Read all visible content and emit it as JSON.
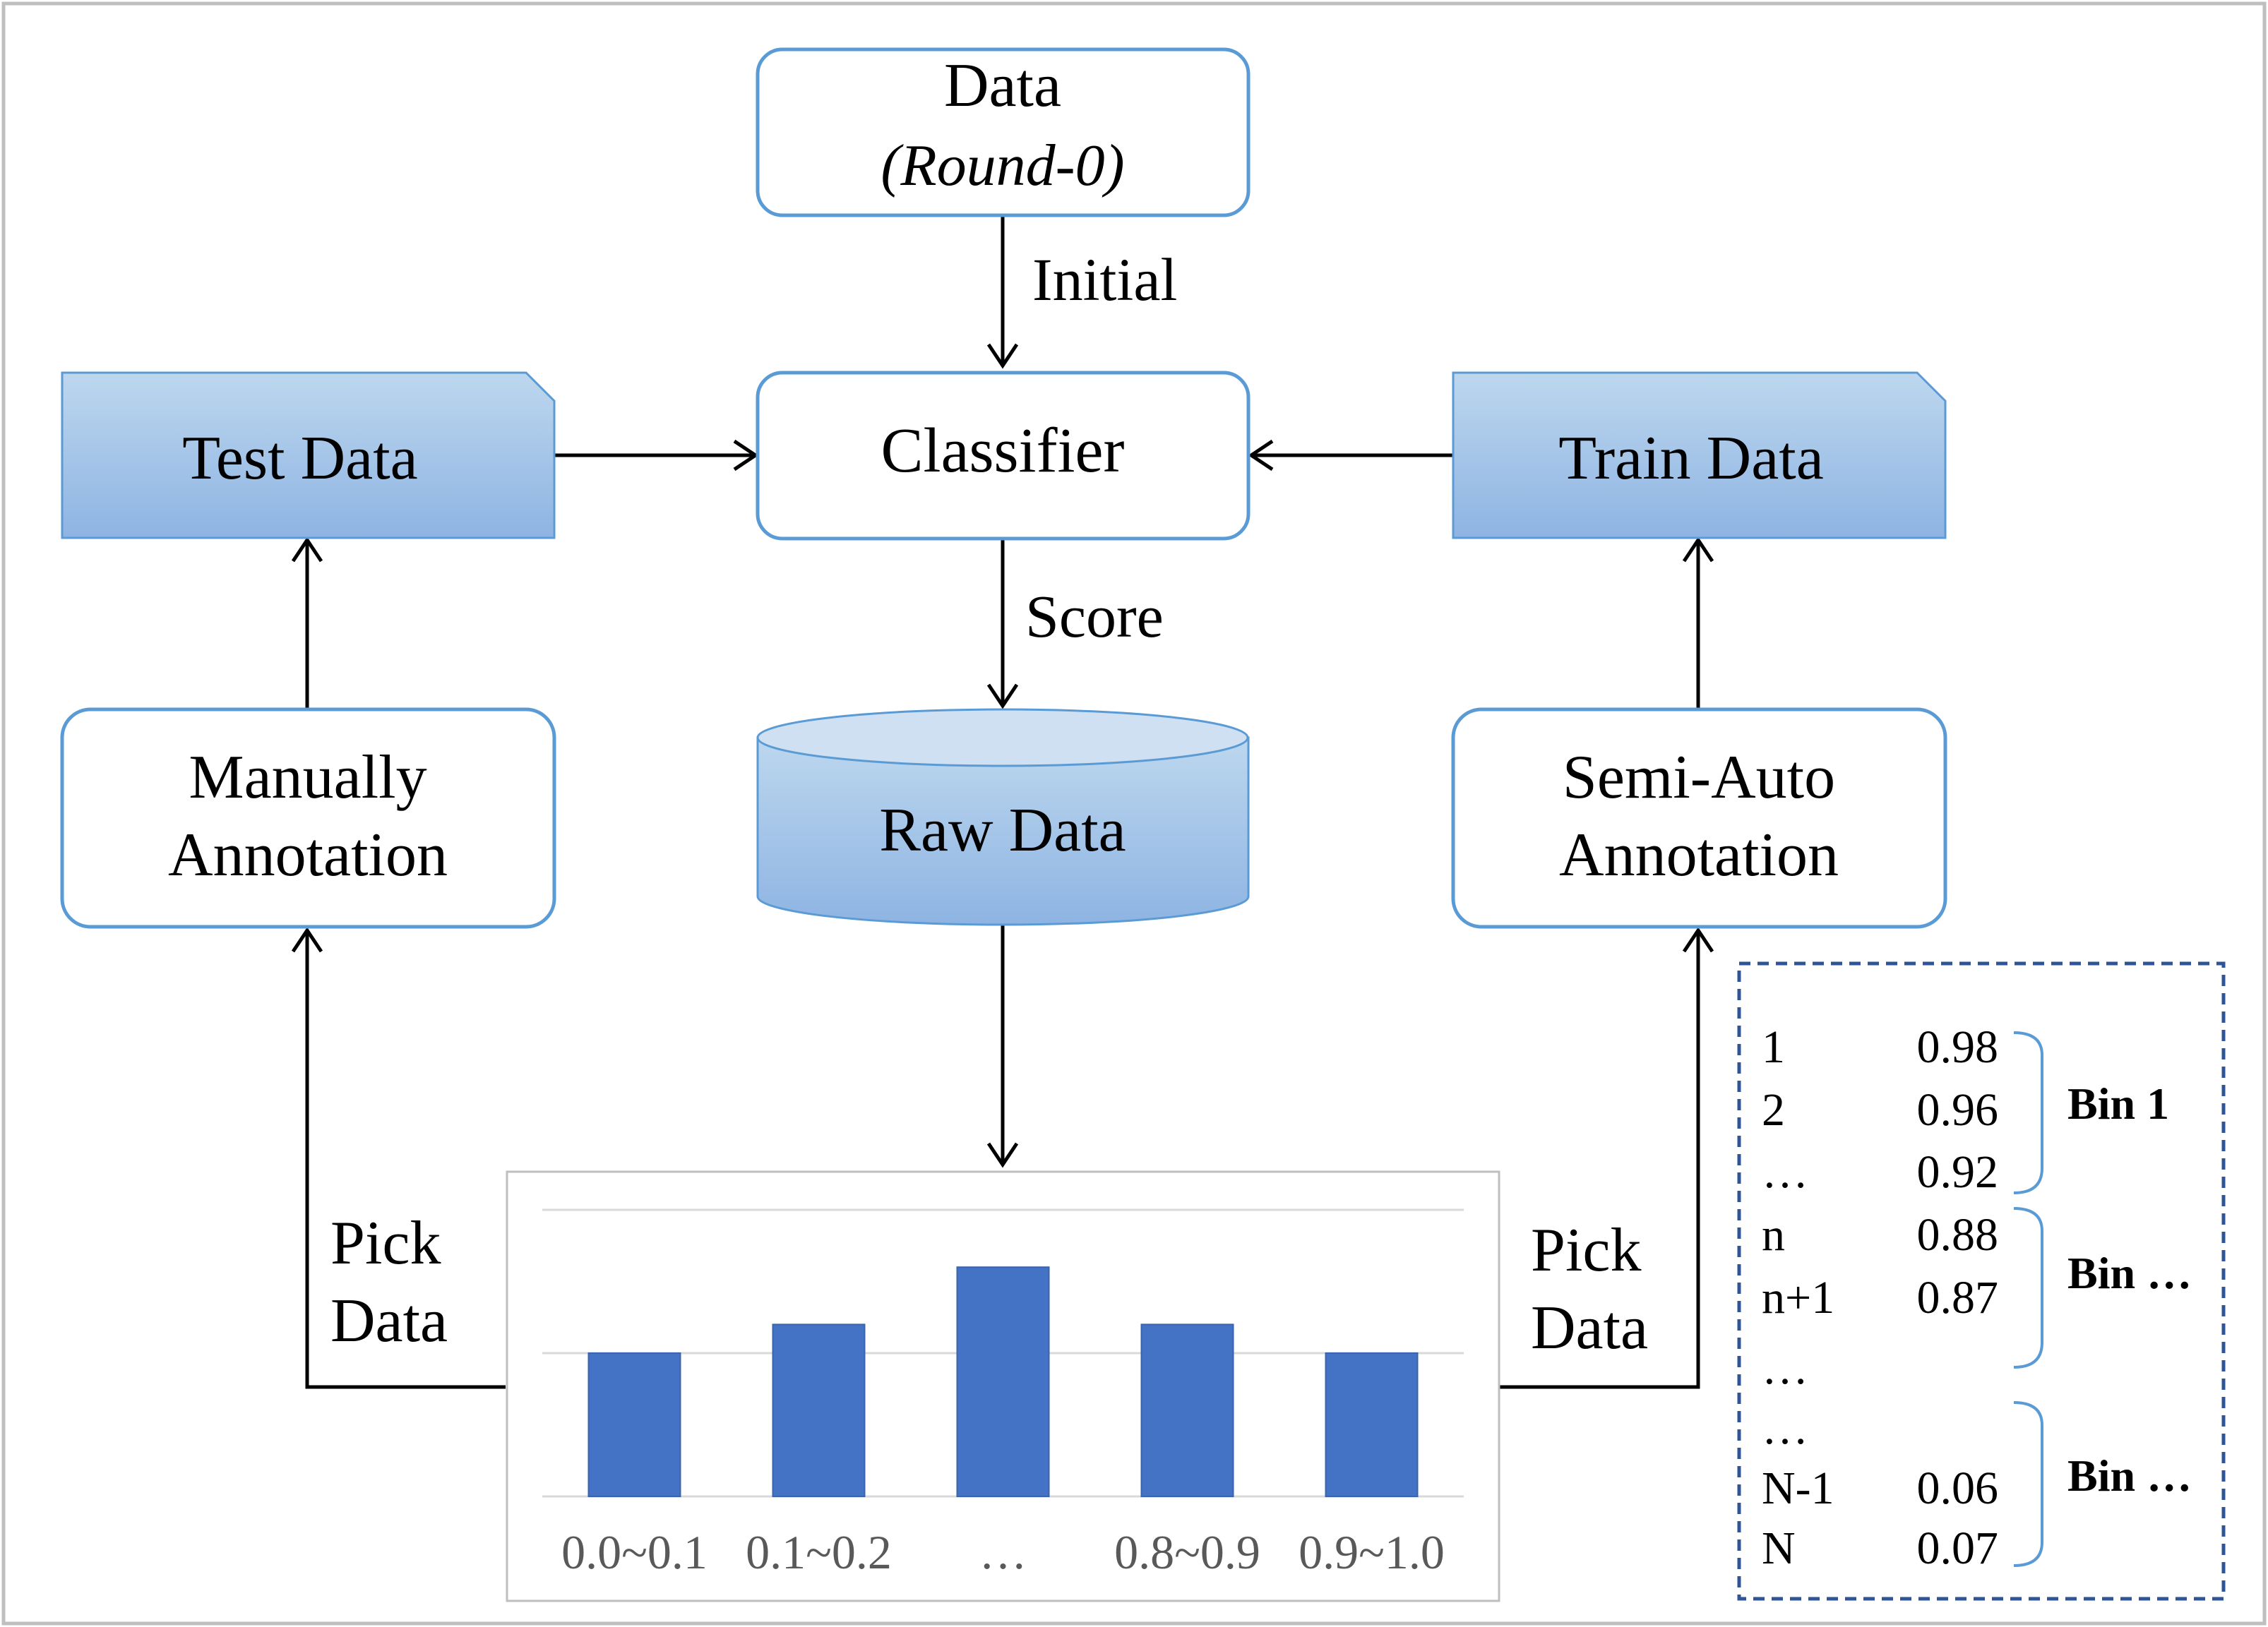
{
  "nodes": {
    "data": {
      "title": "Data",
      "subtitle": "(Round-0)"
    },
    "classifier": "Classifier",
    "test_data": "Test Data",
    "train_data": "Train Data",
    "raw_data": "Raw Data",
    "manual_annotation": {
      "line1": "Manually",
      "line2": "Annotation"
    },
    "semi_auto_annotation": {
      "line1": "Semi-Auto",
      "line2": "Annotation"
    }
  },
  "edge_labels": {
    "initial": "Initial",
    "score": "Score",
    "pick_left": {
      "line1": "Pick",
      "line2": "Data"
    },
    "pick_right": {
      "line1": "Pick",
      "line2": "Data"
    }
  },
  "chart_data": {
    "type": "bar",
    "categories": [
      "0.0~0.1",
      "0.1~0.2",
      "…",
      "0.8~0.9",
      "0.9~1.0"
    ],
    "values": [
      2,
      2.4,
      3.2,
      2.4,
      2
    ],
    "ylim": [
      0,
      4
    ],
    "grid": true,
    "bar_color": "#4472c4"
  },
  "score_list": {
    "rows": [
      {
        "id": "1",
        "score": "0.98"
      },
      {
        "id": "2",
        "score": "0.96"
      },
      {
        "id": "…",
        "score": "0.92"
      },
      {
        "id": "n",
        "score": "0.88"
      },
      {
        "id": "n+1",
        "score": "0.87"
      },
      {
        "id": "…",
        "score": ""
      },
      {
        "id": "…",
        "score": ""
      },
      {
        "id": "N-1",
        "score": "0.06"
      },
      {
        "id": "N",
        "score": "0.07"
      }
    ],
    "bins": [
      "Bin 1",
      "Bin …",
      "Bin …"
    ]
  },
  "colors": {
    "box_border": "#5b9bd5",
    "fill_top": "#bdd7ee",
    "fill_bottom": "#8eb4e3",
    "arrow": "#000000",
    "dashed_border": "#2f5597"
  }
}
